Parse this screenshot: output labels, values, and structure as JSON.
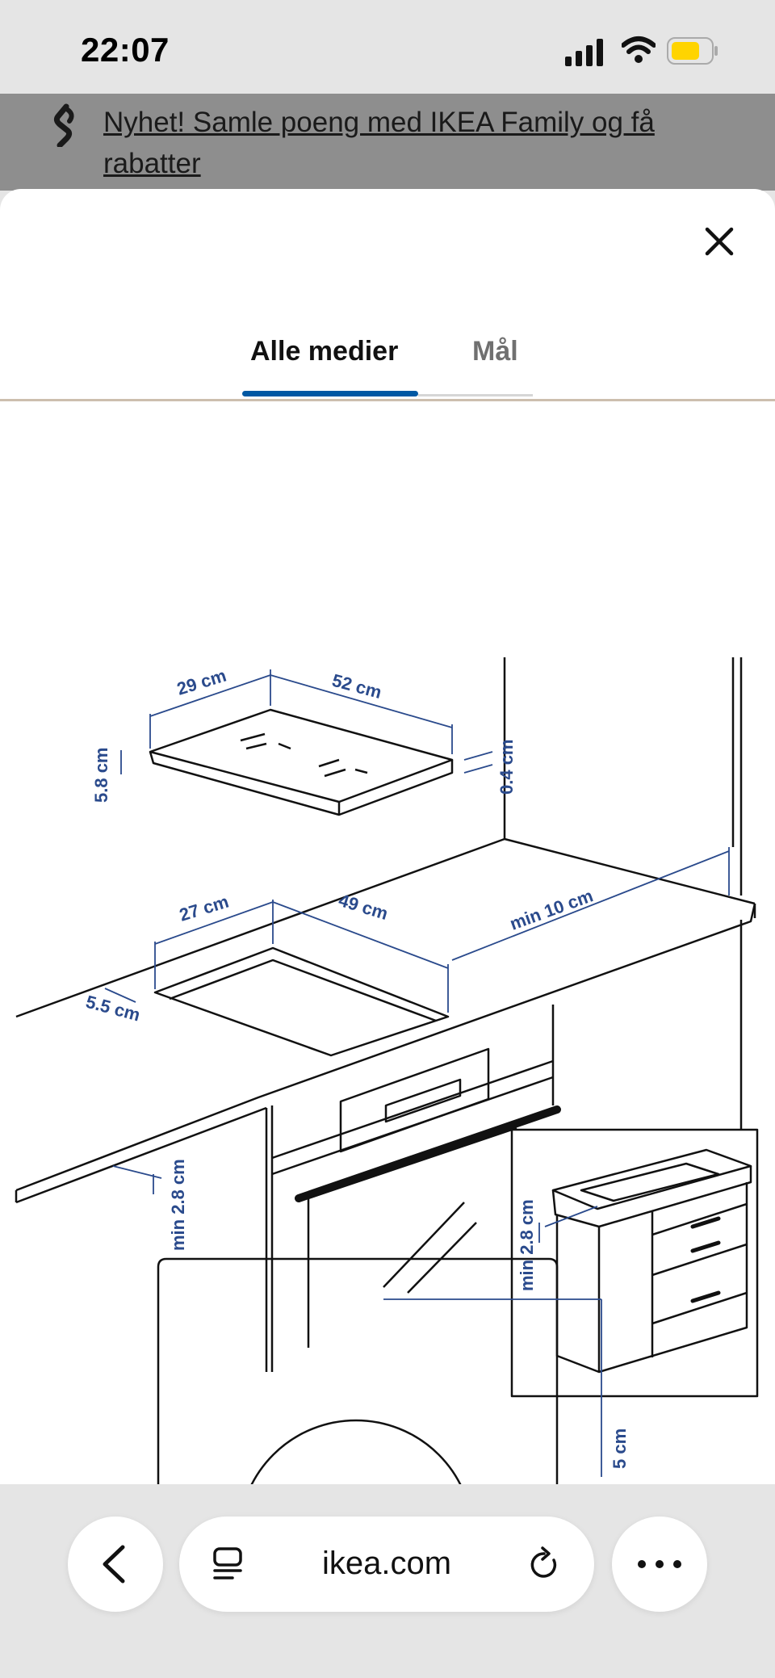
{
  "status_bar": {
    "time": "22:07"
  },
  "promo": {
    "text": "Nyhet! Samle poeng med IKEA Family og få rabatter"
  },
  "tabs": [
    {
      "label": "Alle medier",
      "active": true
    },
    {
      "label": "Mål",
      "active": false
    }
  ],
  "dimensions": {
    "hob_depth": "29 cm",
    "hob_width": "52 cm",
    "hob_height": "5.8 cm",
    "hob_glass": "0.4 cm",
    "cutout_depth": "27 cm",
    "cutout_width": "49 cm",
    "min_side": "min 10 cm",
    "front_edge": "5.5 cm",
    "min_below": "min 2.8 cm",
    "inset_min_below": "min 2.8 cm",
    "partial_label": "5 cm"
  },
  "browser": {
    "url": "ikea.com"
  },
  "colors": {
    "accent": "#0058a3",
    "dimension": "#2a4a8c"
  },
  "icons": [
    "ikea-family-icon",
    "close-icon",
    "back-icon",
    "reader-icon",
    "reload-icon",
    "more-icon",
    "signal-icon",
    "wifi-icon",
    "battery-icon"
  ]
}
